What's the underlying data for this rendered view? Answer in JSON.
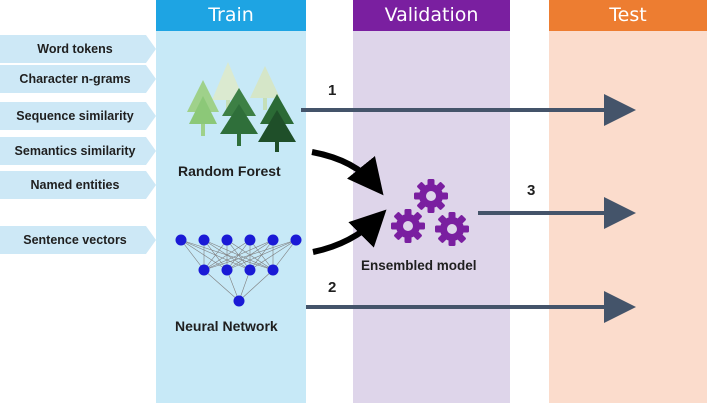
{
  "columns": {
    "train": "Train",
    "validation": "Validation",
    "test": "Test"
  },
  "features": [
    "Word tokens",
    "Character n-grams",
    "Sequence similarity",
    "Semantics similarity",
    "Named entities",
    "Sentence vectors"
  ],
  "models": {
    "random_forest": "Random Forest",
    "neural_network": "Neural Network",
    "ensemble": "Ensembled model"
  },
  "arrows": {
    "a1": "1",
    "a2": "2",
    "a3": "3"
  },
  "colors": {
    "train_header": "#1ea4e3",
    "train_bg": "#c7e9f7",
    "validation_header": "#7a1fa0",
    "validation_bg": "#ded5ea",
    "test_header": "#ed7d31",
    "test_bg": "#fbdccc",
    "feature_tag": "#cde8f6",
    "arrow": "#44546a",
    "tree_dark": "#2f6f3a",
    "tree_light": "#9fd18a",
    "nn_node": "#1a1ad6",
    "gear": "#7a1fa0"
  }
}
